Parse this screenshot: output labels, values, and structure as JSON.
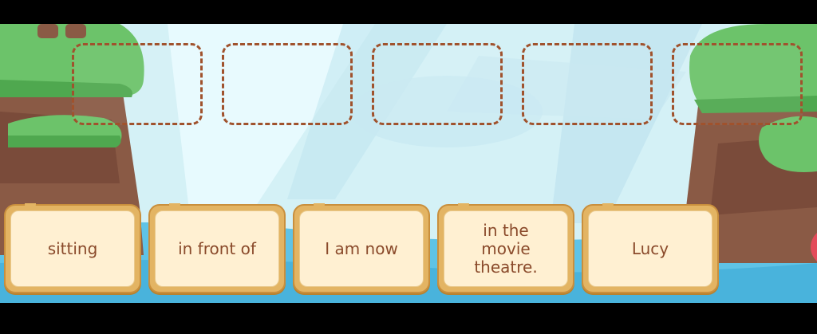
{
  "slots": [
    {
      "label": "empty-slot-1"
    },
    {
      "label": "empty-slot-2"
    },
    {
      "label": "empty-slot-3"
    },
    {
      "label": "empty-slot-4"
    },
    {
      "label": "empty-slot-5"
    }
  ],
  "tiles": [
    {
      "text": "sitting"
    },
    {
      "text": "in front of"
    },
    {
      "text": "I am now"
    },
    {
      "text": "in the movie theatre."
    },
    {
      "text": "Lucy"
    }
  ],
  "colors": {
    "sky": "#cfeef4",
    "water": "#5fc3e6",
    "grass": "#6cc36a",
    "cliff": "#8a5a45",
    "tile_frame": "#e3b463",
    "tile_face": "#fff0d2",
    "slot_border": "#a0522d",
    "text": "#8a4a2b"
  }
}
